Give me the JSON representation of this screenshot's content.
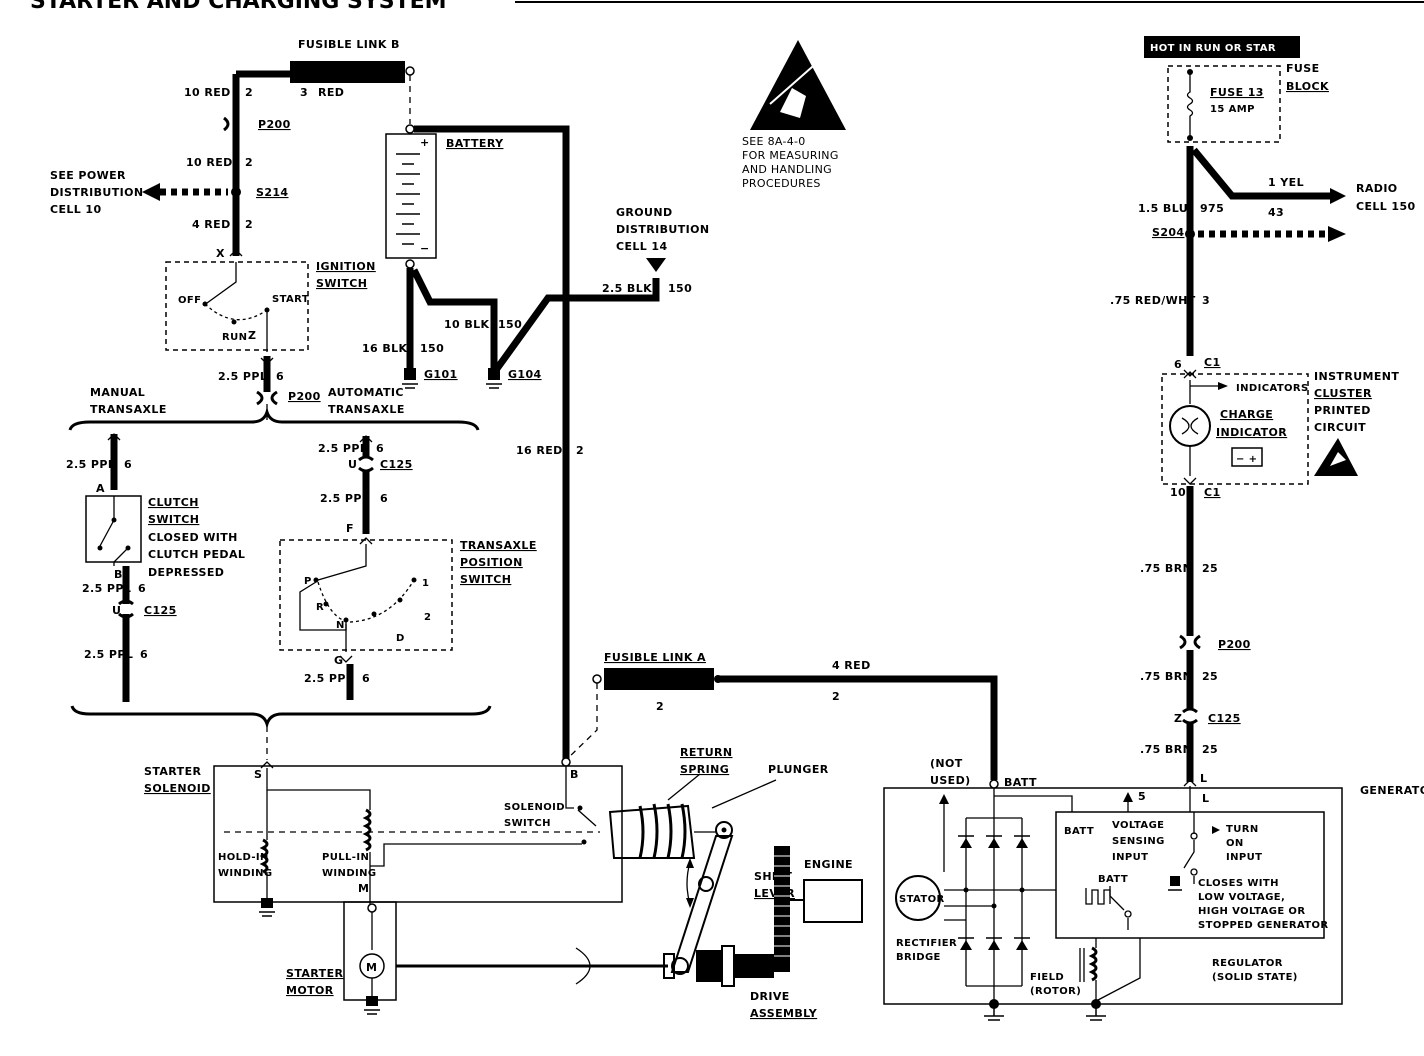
{
  "header": {
    "title": "STARTER AND CHARGING SYSTEM"
  },
  "fusible_link_b": {
    "label": "FUSIBLE LINK B",
    "wire": "3",
    "color": "RED"
  },
  "left_feed": {
    "w1_size": "10 RED",
    "w1_num": "2",
    "p200": "P200",
    "w2_size": "10 RED",
    "w2_num": "2",
    "splice": "S214",
    "w3_size": "4 RED",
    "w3_num": "2",
    "see_power": [
      "SEE POWER",
      "DISTRIBUTION",
      "CELL 10"
    ]
  },
  "ignition_switch": {
    "label": [
      "IGNITION",
      "SWITCH"
    ],
    "pin_x": "X",
    "pin_z": "Z",
    "off": "OFF",
    "run": "RUN",
    "start": "START"
  },
  "below_ignition": {
    "size": "2.5 PPL",
    "num": "6",
    "p200": "P200"
  },
  "manual": {
    "label": [
      "MANUAL",
      "TRANSAXLE"
    ],
    "w1_size": "2.5 PPL",
    "w1_num": "6",
    "pin_a": "A",
    "pin_b": "B",
    "clutch_label": [
      "CLUTCH",
      "SWITCH"
    ],
    "clutch_note": [
      "CLOSED WITH",
      "CLUTCH PEDAL",
      "DEPRESSED"
    ],
    "w2_size": "2.5 PPL",
    "w2_num": "6",
    "c_pin": "U",
    "c125": "C125",
    "w3_size": "2.5 PPL",
    "w3_num": "6"
  },
  "automatic": {
    "label": [
      "AUTOMATIC",
      "TRANSAXLE"
    ],
    "w1_size": "2.5 PPL",
    "w1_num": "6",
    "c_pin": "U",
    "c125": "C125",
    "w2_size": "2.5 PPL",
    "w2_num": "6",
    "pin_f": "F",
    "pin_g": "G",
    "tps_label": [
      "TRANSAXLE",
      "POSITION",
      "SWITCH"
    ],
    "positions": {
      "p": "P",
      "r": "R",
      "n": "N",
      "d": "D",
      "two": "2",
      "one": "1"
    },
    "w3_size": "2.5 PPL",
    "w3_num": "6"
  },
  "battery": {
    "label": "BATTERY",
    "g101_size": "16 BLK",
    "g101_num": "150",
    "g101": "G101",
    "g104_size": "10 BLK",
    "g104_num": "150",
    "g104": "G104",
    "blk_size": "2.5 BLK",
    "blk_num": "150",
    "ground_dist": [
      "GROUND",
      "DISTRIBUTION",
      "CELL 14"
    ],
    "red16_size": "16 RED",
    "red16_num": "2"
  },
  "esd_note": [
    "SEE 8A-4-0",
    "FOR MEASURING",
    "AND HANDLING",
    "PROCEDURES"
  ],
  "fusible_link_a": {
    "label": "FUSIBLE LINK A",
    "under": "2",
    "wire": "4 RED",
    "num": "2"
  },
  "starter": {
    "solenoid_label": [
      "STARTER",
      "SOLENOID"
    ],
    "pin_s": "S",
    "pin_b": "B",
    "pin_m": "M",
    "hold_in": [
      "HOLD-IN",
      "WINDING"
    ],
    "pull_in": [
      "PULL-IN",
      "WINDING"
    ],
    "solenoid_switch": [
      "SOLENOID",
      "SWITCH"
    ],
    "return_spring": [
      "RETURN",
      "SPRING"
    ],
    "plunger": "PLUNGER",
    "shift_lever": [
      "SHIFT",
      "LEVER"
    ],
    "engine": "ENGINE",
    "motor_label": [
      "STARTER",
      "MOTOR"
    ],
    "motor_symbol": "M",
    "drive_assembly": [
      "DRIVE",
      "ASSEMBLY"
    ]
  },
  "right_feed": {
    "hot_banner": "HOT IN RUN OR STAR",
    "fuse": "FUSE 13",
    "fuse_amp": "15 AMP",
    "fuse_block": [
      "FUSE",
      "BLOCK"
    ],
    "yel_size": "1 YEL",
    "yel_num": "43",
    "radio": [
      "RADIO",
      "CELL 150"
    ],
    "blu_size": "1.5 BLU",
    "blu_num": "975",
    "splice": "S204",
    "rw_size": ".75 RED/WHT",
    "rw_num": "3",
    "c1_top_pin": "6",
    "c1_top": "C1",
    "indicators": "INDICATORS",
    "charge_ind": [
      "CHARGE",
      "INDICATOR"
    ],
    "cluster_label": [
      "INSTRUMENT",
      "CLUSTER"
    ],
    "cluster_note": [
      "PRINTED",
      "CIRCUIT"
    ],
    "c1_bot_pin": "10",
    "c1_bot": "C1",
    "brn1_size": ".75 BRN",
    "brn1_num": "25",
    "p200": "P200",
    "brn2_size": ".75 BRN",
    "brn2_num": "25",
    "c125_pin": "Z",
    "c125": "C125",
    "brn3_size": ".75 BRN",
    "brn3_num": "25"
  },
  "generator": {
    "label": "GENERATO",
    "not_used": [
      "(NOT",
      "USED)"
    ],
    "batt_top": "BATT",
    "pin5": "5",
    "pin_l_top": "L",
    "pin_l": "L",
    "stator": "STATOR",
    "rect": [
      "RECTIFIER",
      "BRIDGE"
    ],
    "batt_inner": "BATT",
    "voltage_sensing": [
      "VOLTAGE",
      "SENSING",
      "INPUT"
    ],
    "turn_on": [
      "TURN",
      "ON",
      "INPUT"
    ],
    "batt_sw": "BATT",
    "closes": [
      "CLOSES WITH",
      "LOW VOLTAGE,",
      "HIGH VOLTAGE OR",
      "STOPPED GENERATOR"
    ],
    "field": [
      "FIELD",
      "(ROTOR)"
    ],
    "regulator": [
      "REGULATOR",
      "(SOLID STATE)"
    ]
  }
}
